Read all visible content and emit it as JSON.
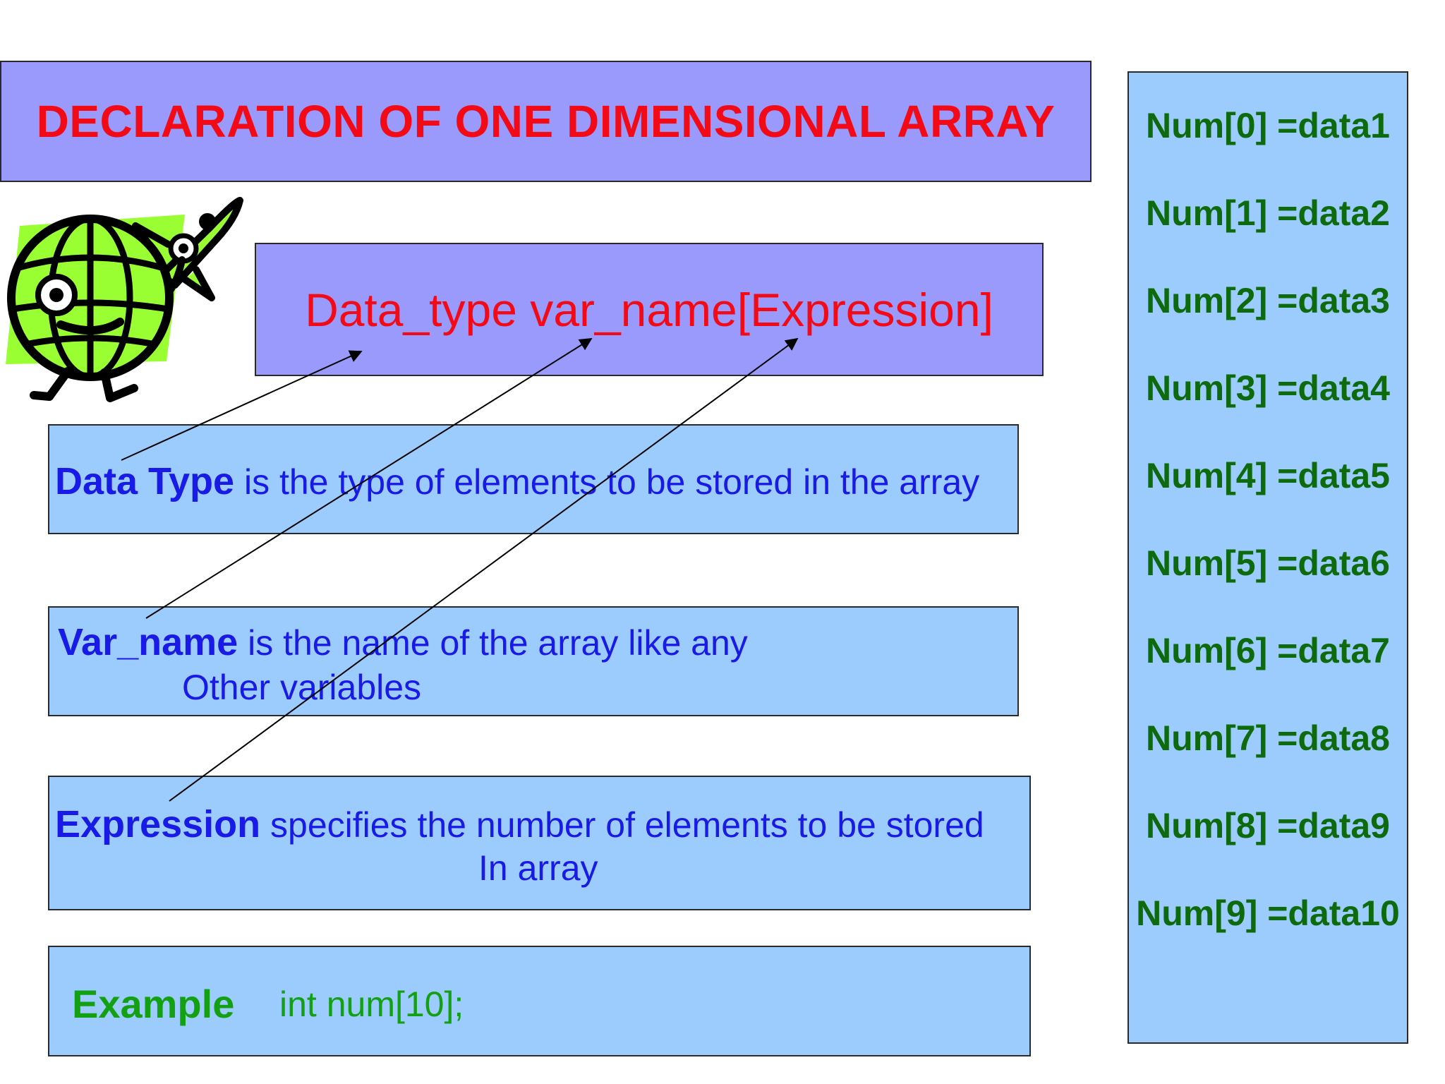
{
  "title": "DECLARATION OF ONE DIMENSIONAL ARRAY",
  "syntax": "Data_type var_name[Expression]",
  "descriptions": {
    "data_type": {
      "term": "Data Type",
      "text": " is the type of elements to be stored in the array"
    },
    "var_name": {
      "term": "Var_name",
      "text": " is the name of the array like any",
      "line2": "Other variables"
    },
    "expression": {
      "term": "Expression",
      "text": " specifies the number of elements to be stored",
      "line2": "In array"
    }
  },
  "example": {
    "label": "Example",
    "code": "int num[10];"
  },
  "array_elements": [
    "Num[0] =data1",
    "Num[1] =data2",
    "Num[2] =data3",
    "Num[3] =data4",
    "Num[4] =data5",
    "Num[5] =data6",
    "Num[6] =data7",
    "Num[7] =data8",
    "Num[8] =data9",
    "Num[9] =data10"
  ],
  "colors": {
    "title_red": "#f20b16",
    "purple_box": "#9a9afc",
    "blue_box": "#9ccbfd",
    "blue_text": "#1a1ae6",
    "dark_green": "#0d6a0d",
    "green": "#13a013",
    "clipart_green": "#99ff33"
  },
  "icons": [
    "globe-rocket-clipart-icon"
  ]
}
